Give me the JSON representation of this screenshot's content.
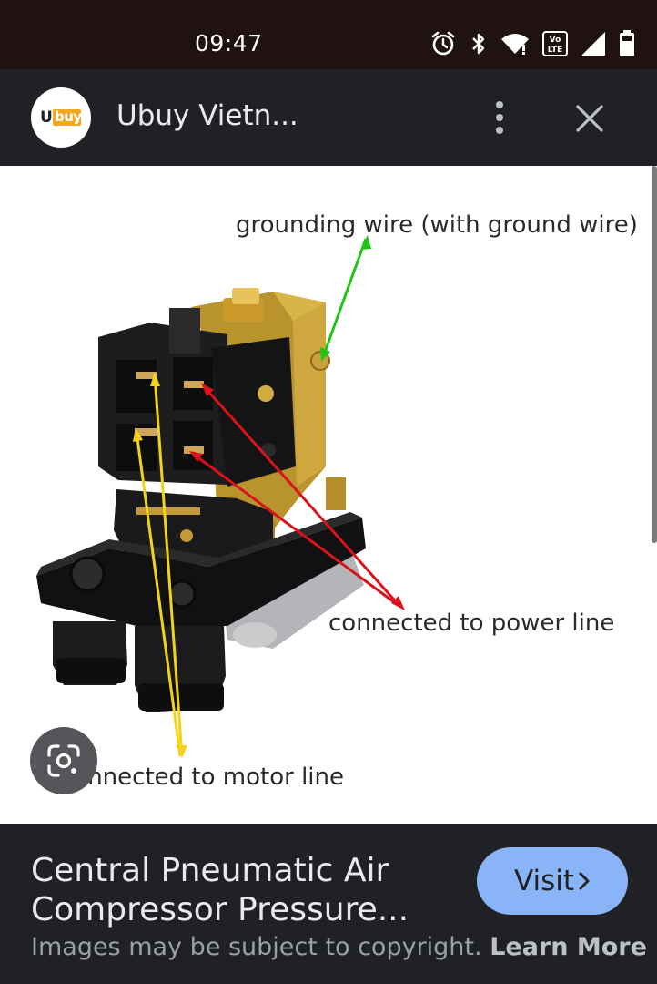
{
  "status_bar": {
    "time": "09:47",
    "icons": [
      "alarm-icon",
      "bluetooth-icon",
      "wifi-icon",
      "volte-icon",
      "signal-icon",
      "battery-icon"
    ],
    "volte_label": "Vo\nLTE"
  },
  "app_bar": {
    "site_title": "Ubuy Vietn...",
    "logo_text_u": "U",
    "logo_text_buy": "buy",
    "more_icon": "more-vert-icon",
    "close_icon": "close-icon"
  },
  "image": {
    "annotations": {
      "grounding": "grounding wire (with ground wire)",
      "power": "connected to power line",
      "motor": "connected to motor line"
    },
    "colors": {
      "grounding_arrow": "#22c41a",
      "power_arrow": "#d8141a",
      "motor_arrow": "#f2d21a"
    },
    "lens_icon": "google-lens-icon"
  },
  "info": {
    "title_line1": "Central Pneumatic Air",
    "title_line2": "Compressor Pressure...",
    "visit_label": "Visit",
    "visit_icon": "chevron-right-icon",
    "copyright_text": "Images may be subject to copyright.",
    "learn_more": "Learn More"
  },
  "colors": {
    "background": "#202124",
    "status_bar": "#1f1210",
    "visit_button": "#8ab4f8",
    "text_primary": "#e8eaed",
    "text_secondary": "#9aa0a6"
  }
}
